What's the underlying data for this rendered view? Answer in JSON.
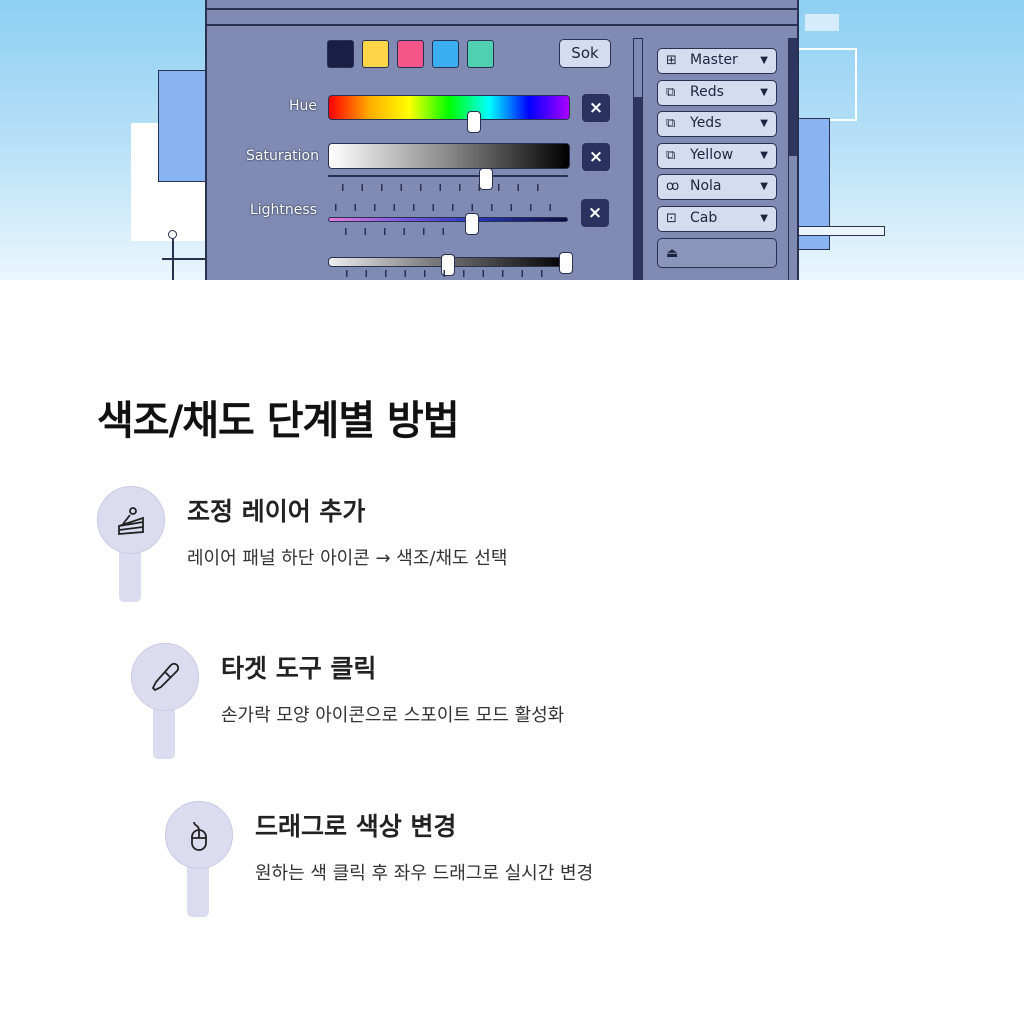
{
  "panel": {
    "swatches": [
      "#1a1d45",
      "#fdd549",
      "#f4568a",
      "#3ab0f3",
      "#4fd0b0"
    ],
    "ok_label": "Sok",
    "hue_label": "Hue",
    "saturation_label": "Saturation",
    "lightness_label": "Lightness",
    "hue_value": 0.61,
    "saturation_value": 0.66,
    "lightness_value": 0.6,
    "range_low": 0.5,
    "range_high": 0.99,
    "close_icon": "×",
    "channels": [
      {
        "icon": "⊞",
        "label": "Master"
      },
      {
        "icon": "⧉",
        "label": "Reds"
      },
      {
        "icon": "⧉",
        "label": "Yeds"
      },
      {
        "icon": "⧉",
        "label": "Yellow"
      },
      {
        "icon": "ꝏ",
        "label": "Nola"
      },
      {
        "icon": "⊡",
        "label": "Cab"
      }
    ],
    "dropdown_arrow": "▼"
  },
  "title": "색조/채도 단계별 방법",
  "steps": [
    {
      "icon": "cake-icon",
      "title": "조정 레이어 추가",
      "desc": "레이어 패널 하단 아이콘 → 색조/채도 선택"
    },
    {
      "icon": "eyedropper-icon",
      "title": "타겟 도구 클릭",
      "desc": "손가락 모양 아이콘으로 스포이트 모드 활성화"
    },
    {
      "icon": "mouse-icon",
      "title": "드래그로 색상 변경",
      "desc": "원하는 색 클릭 후 좌우 드래그로 실시간 변경"
    }
  ]
}
